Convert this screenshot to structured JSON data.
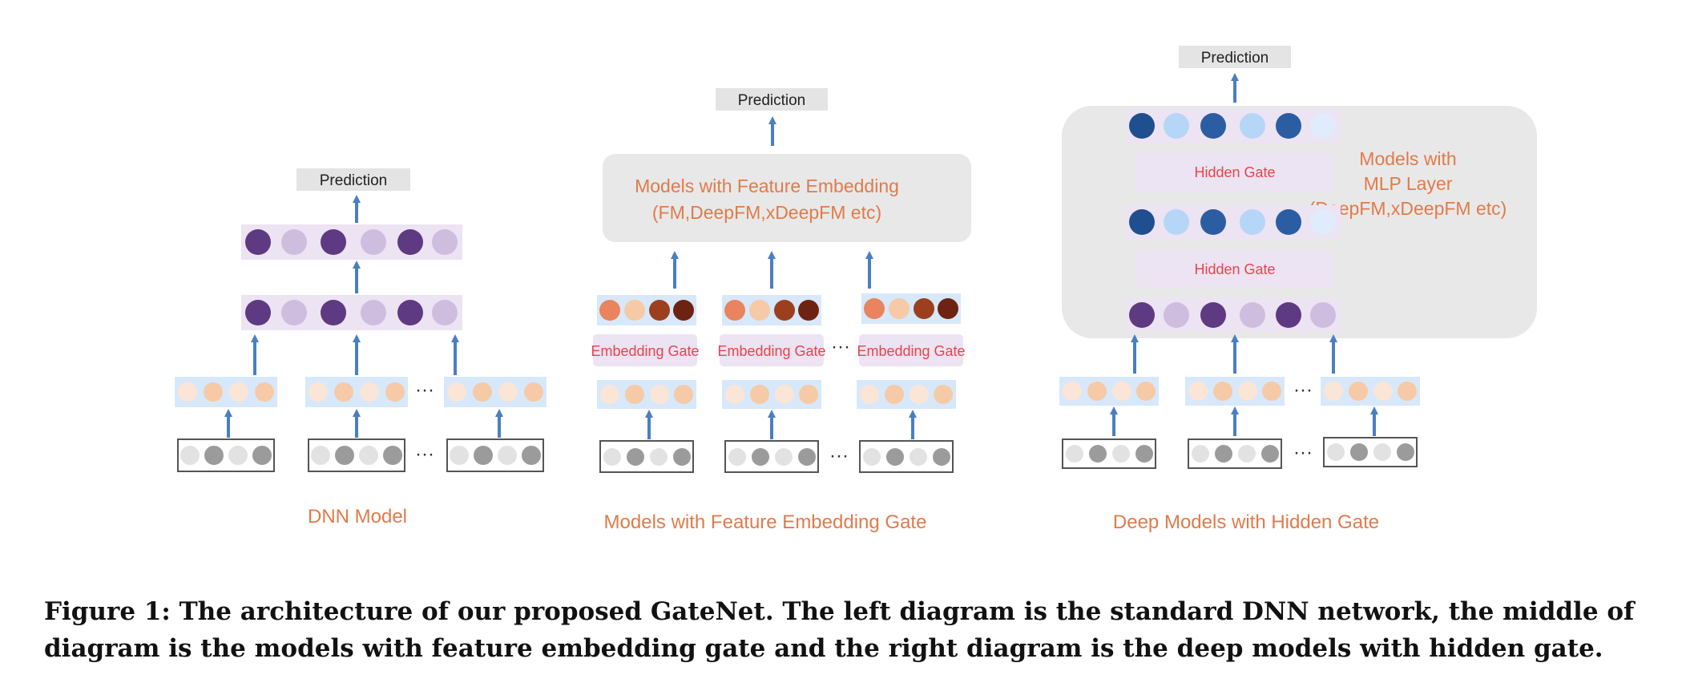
{
  "panels": {
    "dnn": {
      "title": "DNN Model",
      "prediction": "Prediction"
    },
    "embedding_gate": {
      "title": "Models with Feature Embedding Gate",
      "prediction": "Prediction",
      "model_box_line1": "Models with Feature Embedding",
      "model_box_line2": "(FM,DeepFM,xDeepFM etc)",
      "gate_label": "Embedding Gate"
    },
    "hidden_gate": {
      "title": "Deep Models with Hidden Gate",
      "prediction": "Prediction",
      "model_box_line1": "Models with",
      "model_box_line2": "MLP Layer",
      "model_box_line3": "(DeepFM,xDeepFM etc)",
      "gate_label": "Hidden Gate"
    }
  },
  "ellipsis": "···",
  "caption": "Figure 1: The architecture of our proposed GateNet. The left diagram is the standard DNN network, the middle of diagram is the models with feature embedding gate and the right diagram is the deep models with hidden gate.",
  "colors": {
    "arrow": "#4a7fc1",
    "label_orange": "#e07b4a",
    "gate_red": "#e8444a",
    "gate_fill": "#ece3f3",
    "model_box": "#e8e8e8",
    "prediction_box": "#e4e4e4",
    "embedding_band": "#d7e8fb",
    "input_gray_dark": "#9b9b9b",
    "input_gray_light": "#e2e2e2",
    "purple_dark": "#5e3a82",
    "purple_light": "#cfbde0",
    "blue_dark": "#1f4f8e",
    "blue_light": "#b6d6f7"
  }
}
